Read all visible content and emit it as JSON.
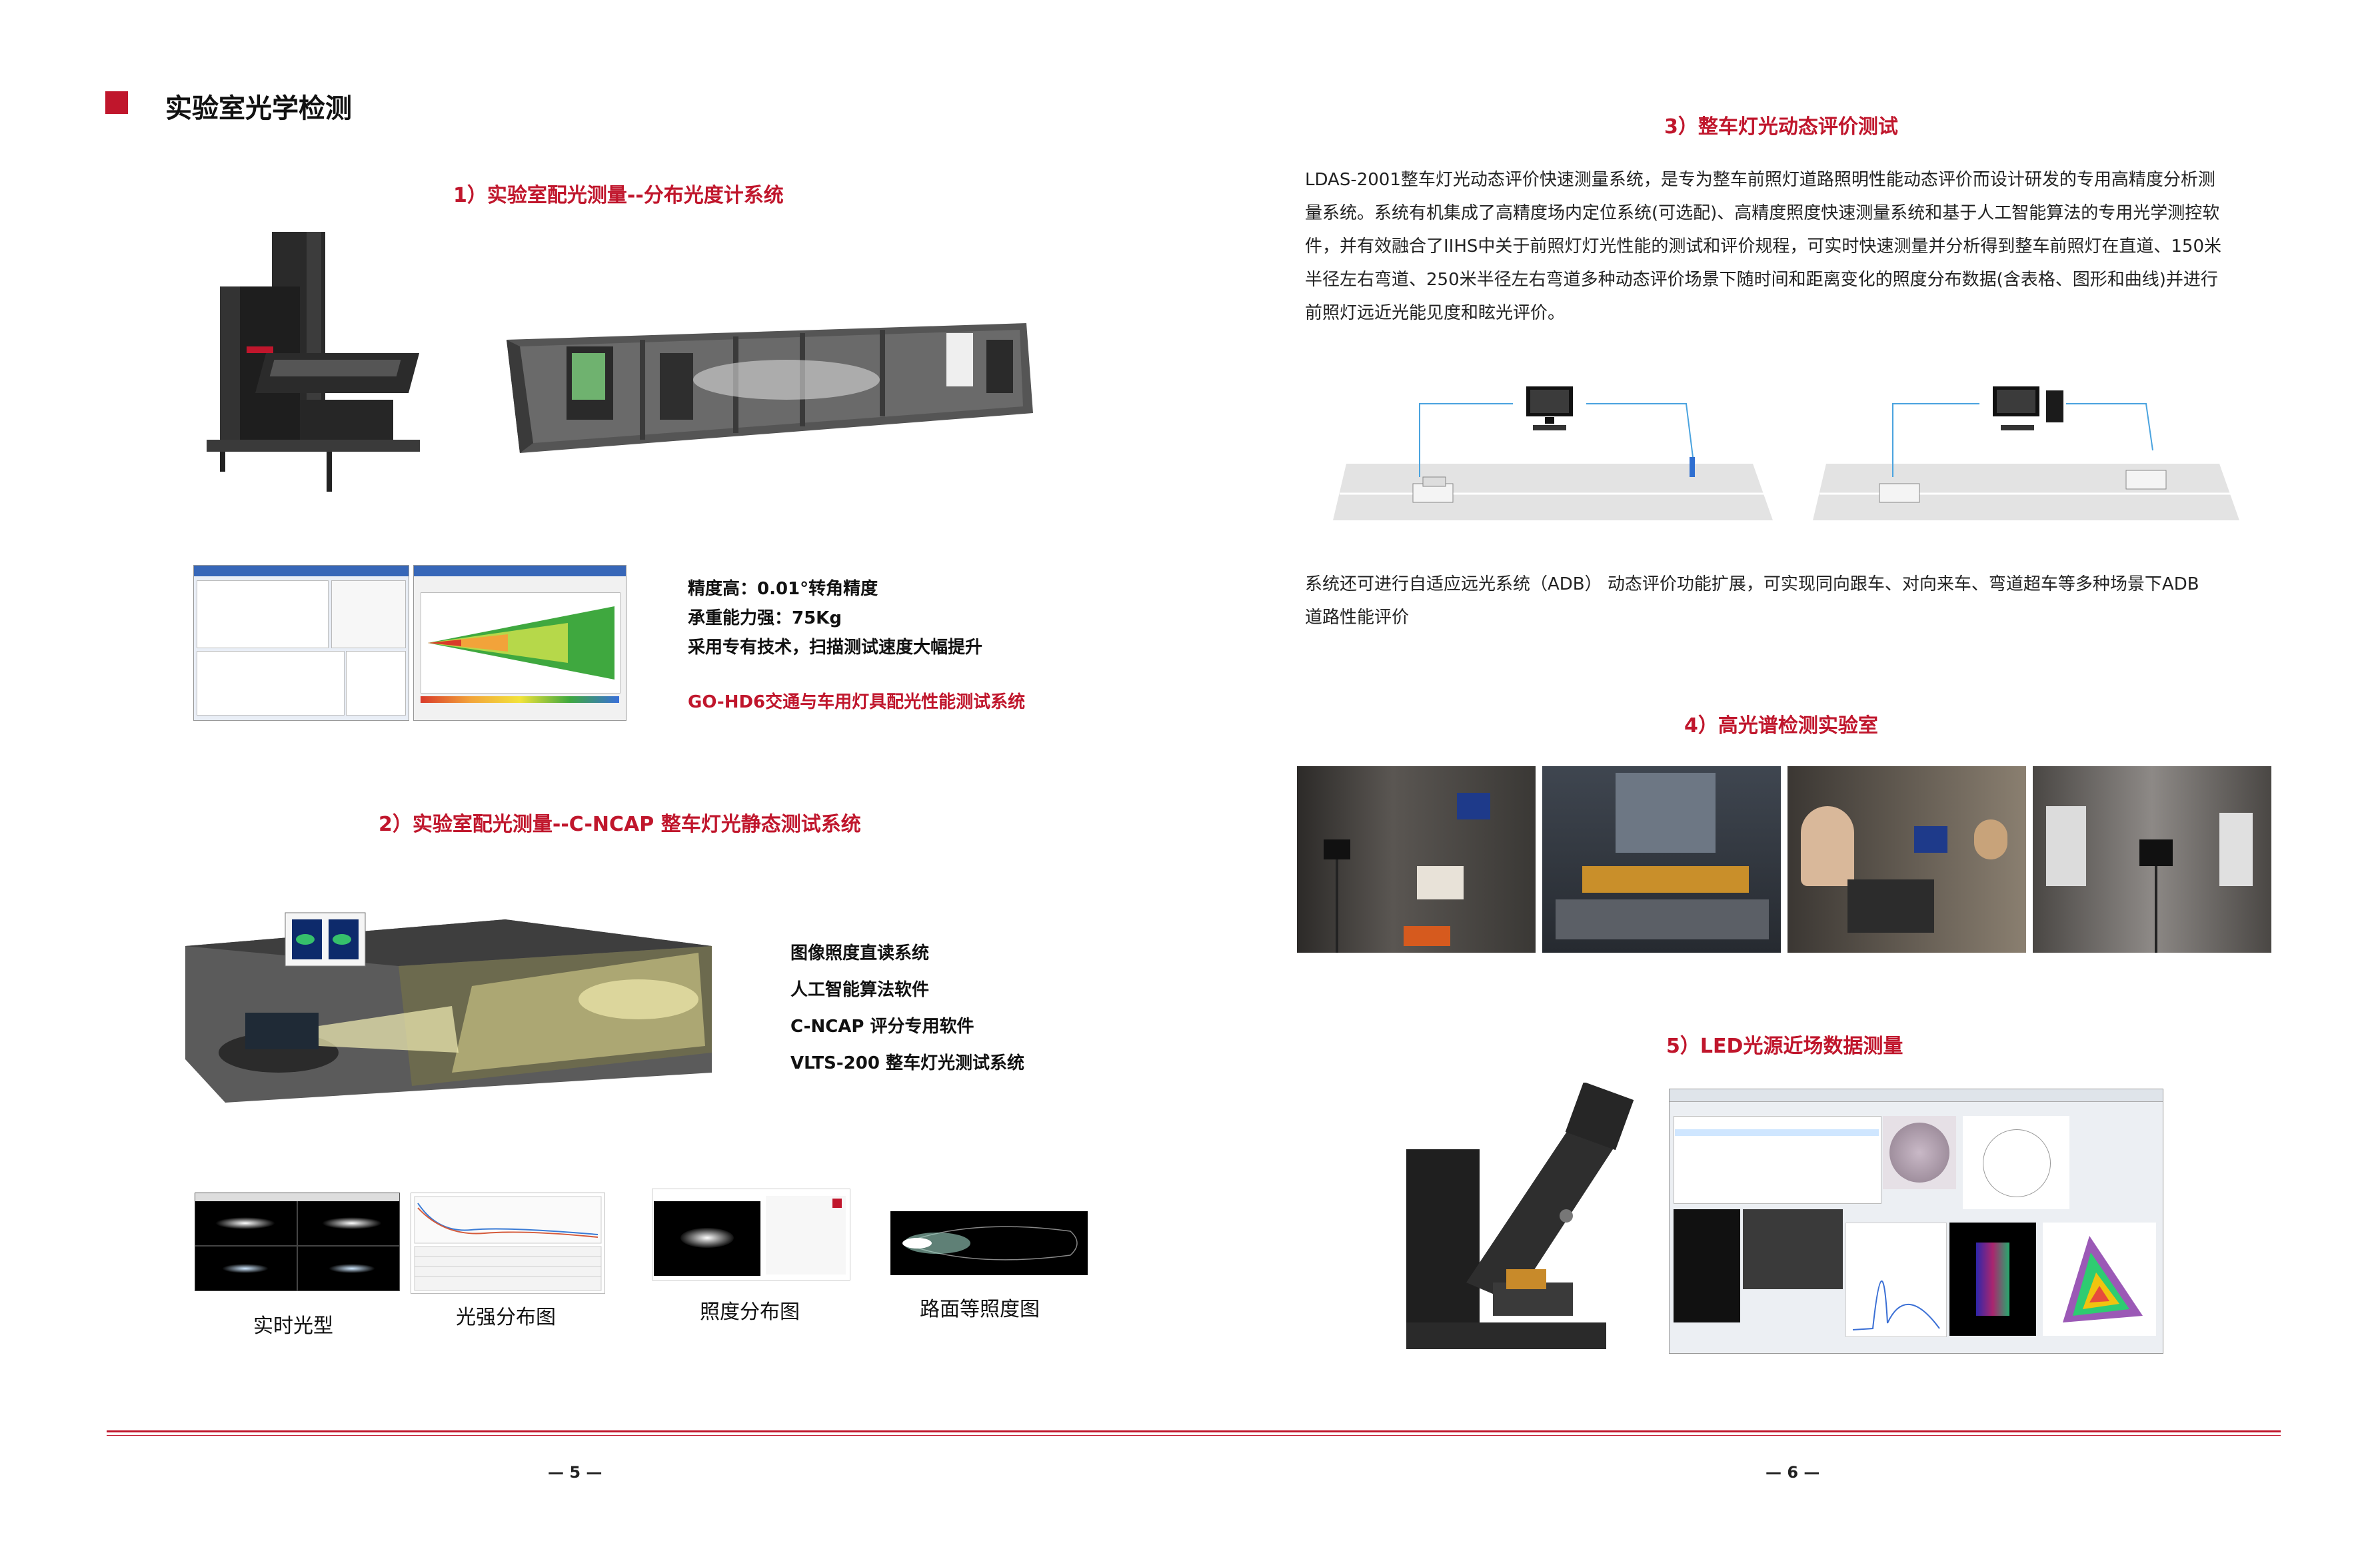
{
  "left_page": {
    "heading": "实验室光学检测",
    "section1": {
      "title": "1）实验室配光测量--分布光度计系统",
      "features": [
        "精度高：0.01°转角精度",
        "承重能力强：75Kg",
        "采用专有技术，扫描测试速度大幅提升"
      ],
      "product": "GO-HD6交通与车用灯具配光性能测试系统"
    },
    "section2": {
      "title": "2）实验室配光测量--C-NCAP  整车灯光静态测试系统",
      "features": [
        "图像照度直读系统",
        "人工智能算法软件",
        "C-NCAP 评分专用软件",
        "VLTS-200 整车灯光测试系统"
      ],
      "captions": [
        "实时光型",
        "光强分布图",
        "照度分布图",
        "路面等照度图"
      ]
    },
    "page_number": "— 5 —"
  },
  "right_page": {
    "section3": {
      "title": "3）整车灯光动态评价测试",
      "paragraph_lines": [
        "LDAS-2001整车灯光动态评价快速测量系统，是专为整车前照灯道路照明性能动态评价而设计研发的专用高精度分析测",
        "量系统。系统有机集成了高精度场内定位系统(可选配)、高精度照度快速测量系统和基于人工智能算法的专用光学测控软",
        "件，并有效融合了IIHS中关于前照灯灯光性能的测试和评价规程，可实时快速测量并分析得到整车前照灯在直道、150米",
        "半径左右弯道、250米半径左右弯道多种动态评价场景下随时间和距离变化的照度分布数据(含表格、图形和曲线)并进行",
        "前照灯远近光能见度和眩光评价。"
      ],
      "adb_lines": [
        "系统还可进行自适应远光系统（ADB） 动态评价功能扩展，可实现同向跟车、对向来车、弯道超车等多种场景下ADB",
        "道路性能评价"
      ]
    },
    "section4": {
      "title": "4）高光谱检测实验室"
    },
    "section5": {
      "title": "5）LED光源近场数据测量"
    },
    "page_number": "— 6 —"
  },
  "colors": {
    "accent": "#c0162c",
    "rule": "#c0162c"
  }
}
